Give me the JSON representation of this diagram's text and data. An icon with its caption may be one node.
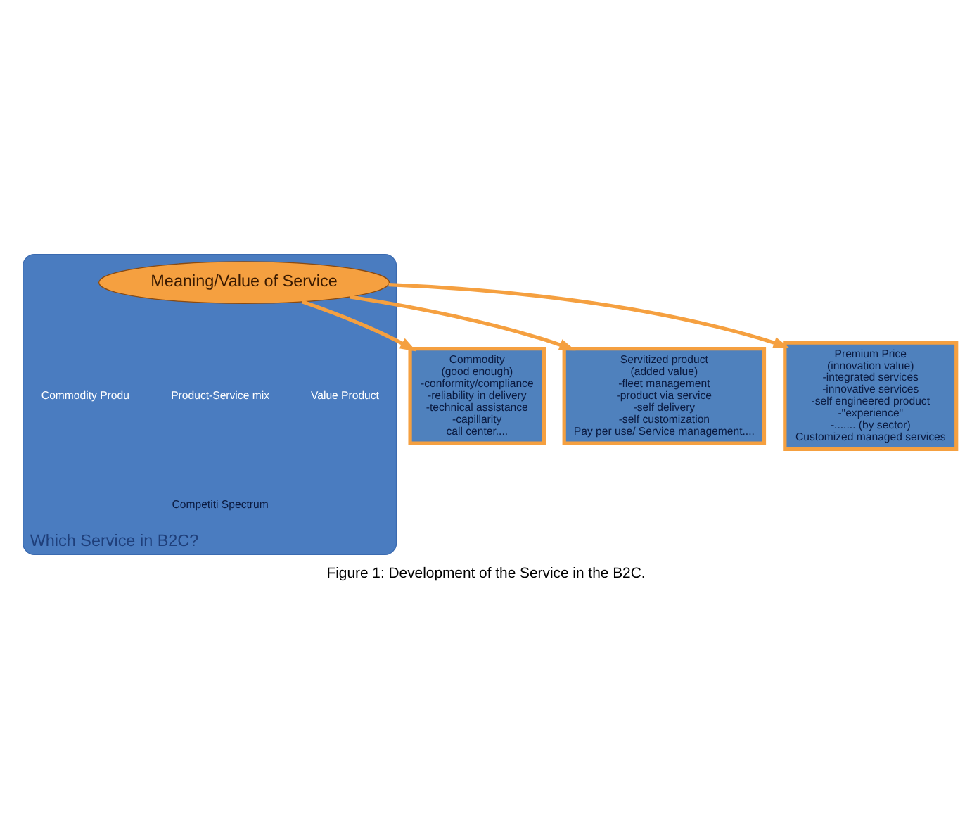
{
  "diagram": {
    "caption": "Figure 1: Development of the Service in the B2C.",
    "nodes": [
      {
        "text": [
          "Which Service in B2C?"
        ]
      },
      {
        "text": [
          "Meaning/Value of Service"
        ],
        "in": 0
      },
      {
        "text": [
          "Commodity",
          "(good enough)",
          "-conformity/compliance",
          "-reliability in delivery",
          "-technical assistance",
          "-capillarity",
          "call center...."
        ]
      },
      {
        "text": [
          "Servitized product",
          "(added value)",
          "-fleet management",
          "-product via service",
          "-self delivery",
          "-self customization",
          "Pay per use/ Service management...."
        ]
      },
      {
        "text": [
          "Premium Price",
          "(innovation value)",
          "-integrated services",
          "-innovative services",
          "-self engineered product",
          "-\"experience\"",
          "-....... (by sector)",
          "Customized managed services"
        ]
      }
    ],
    "edges": [
      {
        "from": 1,
        "to": 2,
        "arrow": "to"
      },
      {
        "from": 1,
        "to": 3,
        "arrow": "to"
      },
      {
        "from": 1,
        "to": 4,
        "arrow": "to"
      }
    ],
    "labels": [
      "Commodity Produ",
      "Product-Service mix",
      "Value Product",
      "Competiti Spectrum"
    ]
  }
}
